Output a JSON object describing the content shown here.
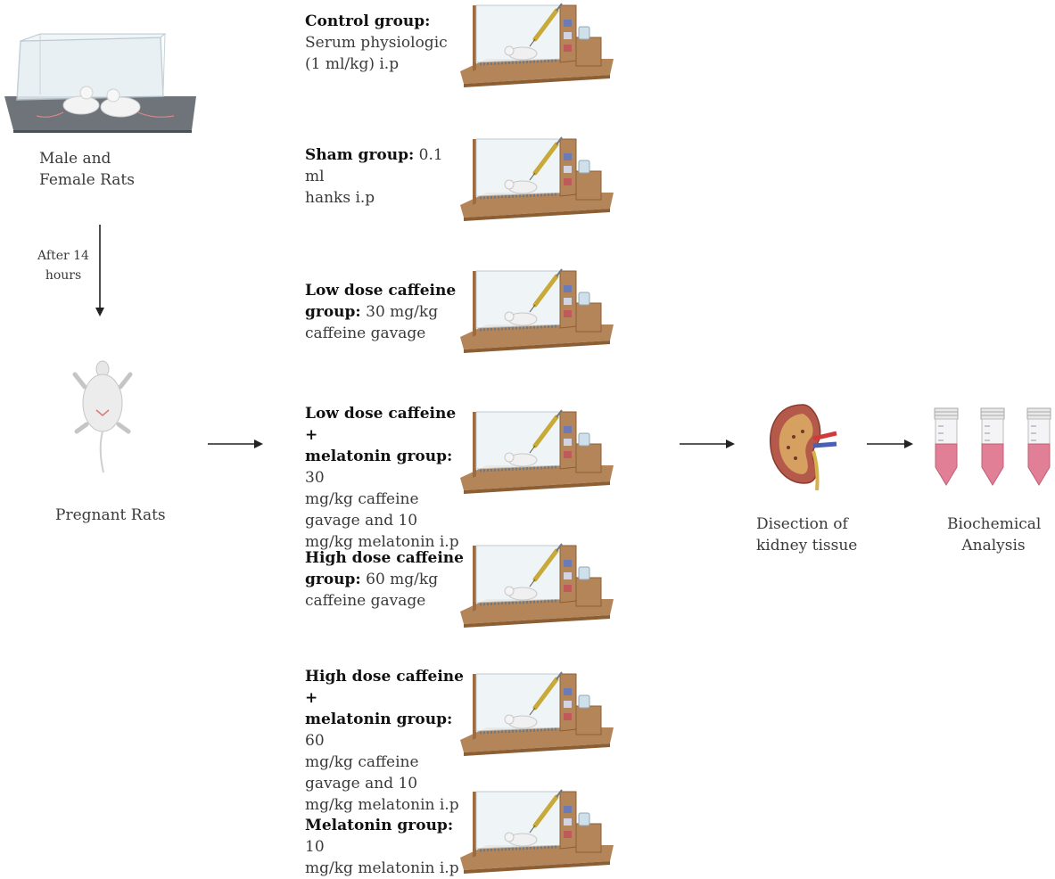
{
  "left": {
    "cage_caption": "Male and Female Rats",
    "cage_caption_line1": "Male and",
    "cage_caption_line2": "Female Rats",
    "arrow_note_line1": "After 14",
    "arrow_note_line2": "hours",
    "pregnant_caption": "Pregnant Rats"
  },
  "groups": [
    {
      "title": "Control group:",
      "lines": [
        "Serum physiologic",
        "(1 ml/kg) i.p"
      ]
    },
    {
      "title": "Sham group:",
      "lines": [
        "0.1 ml",
        "hanks i.p"
      ]
    },
    {
      "title": "Low dose caffeine",
      "title2": "group:",
      "lines": [
        "30 mg/kg",
        "caffeine gavage"
      ]
    },
    {
      "title": "Low dose caffeine +",
      "title2": "melatonin group:",
      "lines": [
        "30",
        "mg/kg caffeine",
        "gavage and 10",
        "mg/kg melatonin i.p"
      ]
    },
    {
      "title": "High dose caffeine",
      "title2": "group:",
      "lines": [
        "60 mg/kg",
        "caffeine gavage"
      ]
    },
    {
      "title": "High dose caffeine +",
      "title2": "melatonin group:",
      "lines": [
        "60",
        "mg/kg caffeine",
        "gavage and 10",
        "mg/kg melatonin i.p"
      ]
    },
    {
      "title": "Melatonin group:",
      "lines": [
        "10",
        "mg/kg melatonin i.p"
      ]
    }
  ],
  "right": {
    "kidney_line1": "Disection of",
    "kidney_line2": "kidney tissue",
    "bio_line1": "Biochemical",
    "bio_line2": "Analysis"
  },
  "colors": {
    "wood": "#b5855a",
    "wood_dark": "#8b5e34",
    "glass": "#cfe0ea",
    "tube_fill": "#e07f95",
    "kidney": "#b55a4a"
  }
}
